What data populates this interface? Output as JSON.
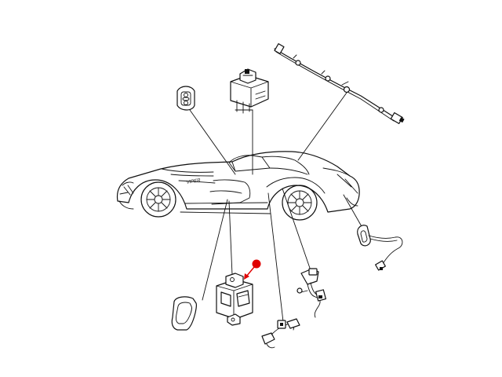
{
  "diagram": {
    "colors": {
      "line": "#111111",
      "background": "#ffffff",
      "marker": "#e00000"
    },
    "car_badge_text": "VIPER",
    "components": [
      {
        "id": "door-switch-bezel",
        "icon": "grommet-icon"
      },
      {
        "id": "control-module",
        "icon": "module-icon"
      },
      {
        "id": "antenna-harness",
        "icon": "harness-icon"
      },
      {
        "id": "rear-wire-grommet",
        "icon": "grommet-icon"
      },
      {
        "id": "window-switch-bezel",
        "icon": "bezel-icon"
      },
      {
        "id": "window-switch",
        "icon": "switch-icon"
      },
      {
        "id": "door-harness-connector",
        "icon": "connector-icon"
      },
      {
        "id": "sill-harness-connector",
        "icon": "connector-icon"
      }
    ],
    "highlight": {
      "icon": "red-dot-marker-icon",
      "target": "window-switch"
    }
  }
}
